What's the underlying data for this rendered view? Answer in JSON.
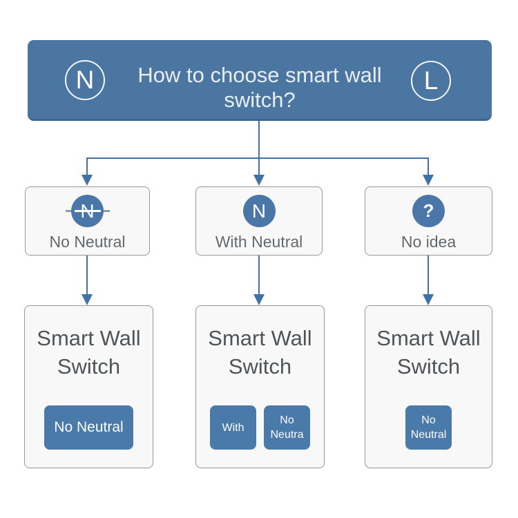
{
  "header": {
    "title": "How to choose smart wall switch?",
    "left_badge": "N",
    "right_badge": "L"
  },
  "branches": [
    {
      "icon": "no-neutral-crossed-n-icon",
      "icon_letter": "N",
      "label": "No Neutral",
      "result": {
        "title": "Smart Wall Switch",
        "buttons": [
          "No Neutral"
        ]
      }
    },
    {
      "icon": "neutral-n-circle-icon",
      "icon_letter": "N",
      "label": "With Neutral",
      "result": {
        "title": "Smart Wall Switch",
        "buttons": [
          "With",
          "No Neutra"
        ]
      }
    },
    {
      "icon": "question-circle-icon",
      "icon_letter": "?",
      "label": "No idea",
      "result": {
        "title": "Smart Wall Switch",
        "buttons": [
          "No Neutral"
        ]
      }
    }
  ],
  "colors": {
    "header_bg": "#4A76A1",
    "header_border": "#3C6590",
    "chip_bg": "#4A7AA9",
    "icon_circle_bg": "#4A77A7",
    "arrow": "#3F72A6",
    "card_bg": "#F8F8F9",
    "card_border": "#94989C",
    "header_text": "#E9EEF4",
    "option_label_text": "#65686B",
    "result_title_text": "#515456"
  }
}
